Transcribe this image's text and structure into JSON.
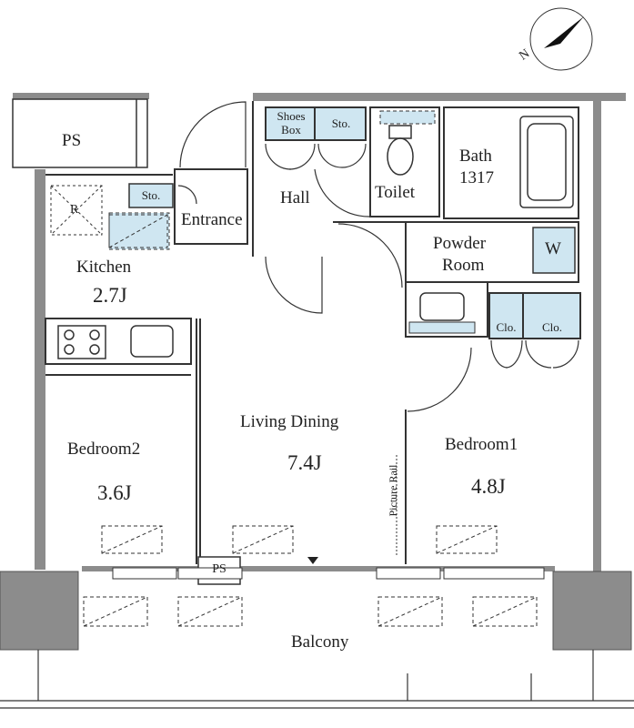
{
  "labels": {
    "ps_top": "PS",
    "ps_bottom": "PS",
    "shoes_box_line1": "Shoes",
    "shoes_box_line2": "Box",
    "sto_hall": "Sto.",
    "sto_kitchen": "Sto.",
    "refrigerator": "R",
    "entrance": "Entrance",
    "hall": "Hall",
    "toilet": "Toilet",
    "bath": "Bath",
    "bath_size": "1317",
    "powder_room_line1": "Powder",
    "powder_room_line2": "Room",
    "washer": "W",
    "kitchen": "Kitchen",
    "kitchen_area": "2.7J",
    "closet_1": "Clo.",
    "closet_2": "Clo.",
    "living_dining": "Living Dining",
    "living_dining_area": "7.4J",
    "bedroom2": "Bedroom2",
    "bedroom2_area": "3.6J",
    "bedroom1": "Bedroom1",
    "bedroom1_area": "4.8J",
    "picture_rail": "Picture Rail",
    "balcony": "Balcony",
    "compass_north": "N"
  },
  "colors": {
    "wall": "#8c8c8c",
    "storage_fill": "#cfe6f1",
    "line": "#333333"
  }
}
